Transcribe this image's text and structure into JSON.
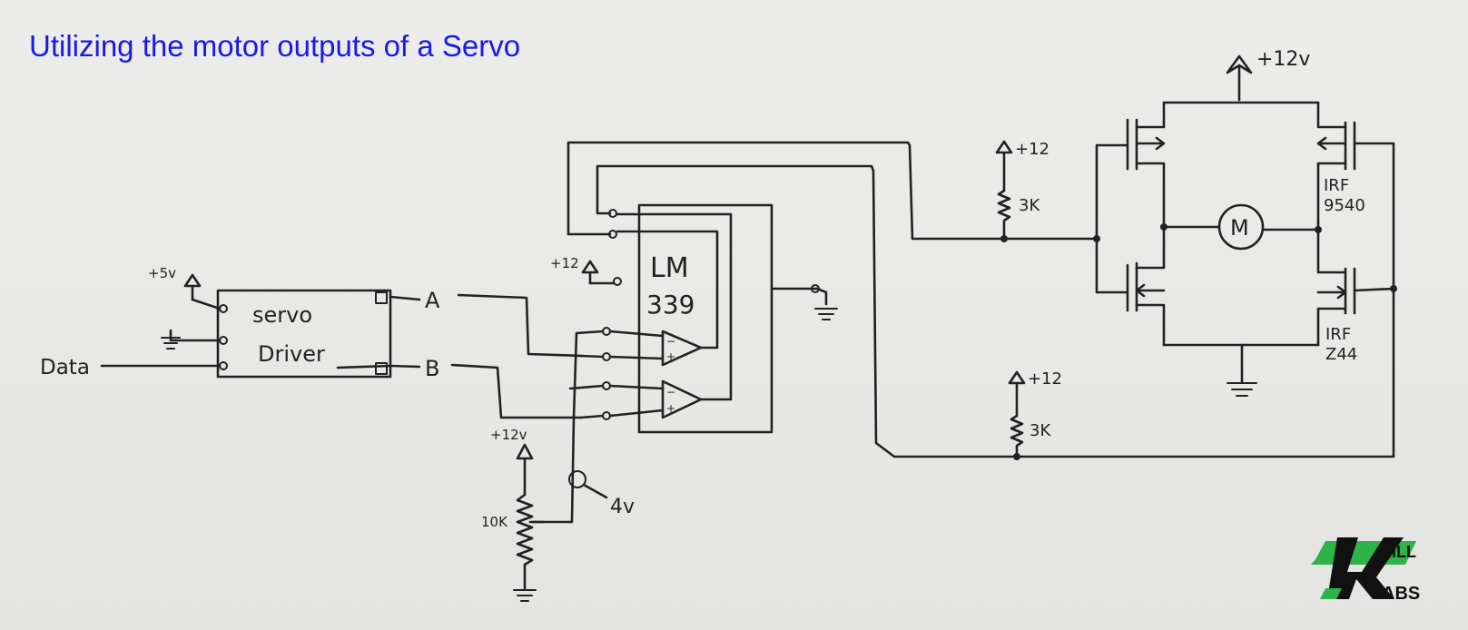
{
  "title": "Utilizing the motor outputs of a Servo",
  "labels": {
    "plus5v": "+5v",
    "servo": "servo",
    "driver": "Driver",
    "data": "Data",
    "a": "A",
    "b": "B",
    "plus12_comp": "+12",
    "lm": "LM",
    "lm_num": "339",
    "plus12v_pot": "+12v",
    "pot_value": "10K",
    "ref_voltage": "4v",
    "plus12_top_pullup": "+12",
    "r_top": "3K",
    "plus12_bottom_pullup": "+12",
    "r_bottom": "3K",
    "plus12v_bridge": "+12v",
    "motor": "M",
    "pmos_irf": "IRF",
    "pmos_num": "9540",
    "nmos_irf": "IRF",
    "nmos_num": "Z44",
    "logo_top": "RILL",
    "logo_bottom": "ABS"
  },
  "logo_colors": {
    "green": "#2db34a",
    "black": "#111111"
  },
  "icons": [
    "resistor-icon",
    "ground-icon",
    "supply-arrow-icon",
    "motor-icon",
    "mosfet-icon",
    "comparator-icon"
  ]
}
